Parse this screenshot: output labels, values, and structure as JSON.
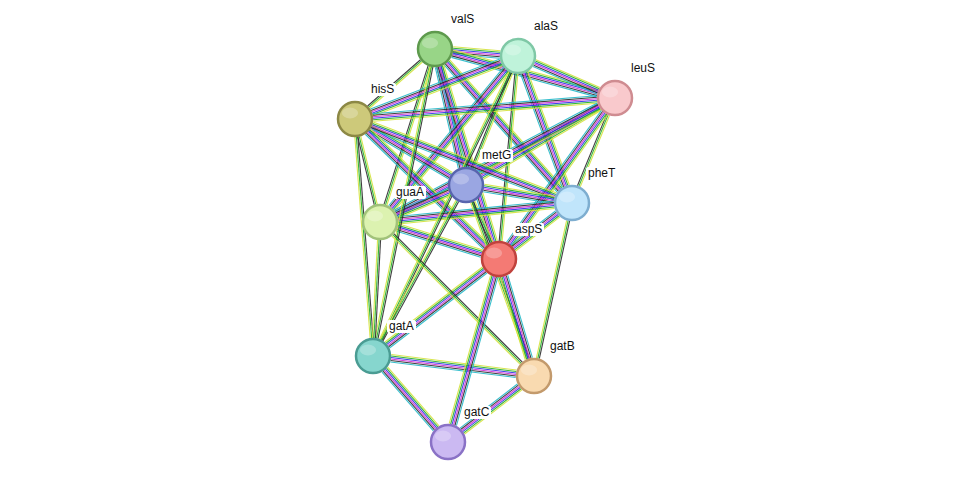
{
  "diagram": {
    "nodes": [
      {
        "text": [
          "valS"
        ]
      },
      {
        "text": [
          "alaS"
        ]
      },
      {
        "text": [
          "leuS"
        ]
      },
      {
        "text": [
          "hisS"
        ]
      },
      {
        "text": [
          "metG"
        ]
      },
      {
        "text": [
          "pheT"
        ]
      },
      {
        "text": [
          "guaA"
        ]
      },
      {
        "text": [
          "aspS"
        ]
      },
      {
        "text": [
          "gatA"
        ]
      },
      {
        "text": [
          "gatB"
        ]
      },
      {
        "text": [
          "gatC"
        ]
      }
    ],
    "edges": [
      {
        "from": 0,
        "to": 1,
        "arrow": "none"
      },
      {
        "from": 0,
        "to": 2,
        "arrow": "none"
      },
      {
        "from": 0,
        "to": 3,
        "arrow": "none"
      },
      {
        "from": 0,
        "to": 4,
        "arrow": "none"
      },
      {
        "from": 0,
        "to": 5,
        "arrow": "none"
      },
      {
        "from": 0,
        "to": 6,
        "arrow": "none"
      },
      {
        "from": 0,
        "to": 7,
        "arrow": "none"
      },
      {
        "from": 1,
        "to": 2,
        "arrow": "none"
      },
      {
        "from": 1,
        "to": 3,
        "arrow": "none"
      },
      {
        "from": 1,
        "to": 4,
        "arrow": "none"
      },
      {
        "from": 1,
        "to": 5,
        "arrow": "none"
      },
      {
        "from": 1,
        "to": 6,
        "arrow": "none"
      },
      {
        "from": 1,
        "to": 7,
        "arrow": "none"
      },
      {
        "from": 2,
        "to": 3,
        "arrow": "none"
      },
      {
        "from": 2,
        "to": 4,
        "arrow": "none"
      },
      {
        "from": 2,
        "to": 5,
        "arrow": "none"
      },
      {
        "from": 2,
        "to": 6,
        "arrow": "none"
      },
      {
        "from": 2,
        "to": 7,
        "arrow": "none"
      },
      {
        "from": 3,
        "to": 4,
        "arrow": "none"
      },
      {
        "from": 3,
        "to": 5,
        "arrow": "none"
      },
      {
        "from": 3,
        "to": 6,
        "arrow": "none"
      },
      {
        "from": 3,
        "to": 7,
        "arrow": "none"
      },
      {
        "from": 4,
        "to": 5,
        "arrow": "none"
      },
      {
        "from": 4,
        "to": 6,
        "arrow": "none"
      },
      {
        "from": 4,
        "to": 7,
        "arrow": "none"
      },
      {
        "from": 5,
        "to": 6,
        "arrow": "none"
      },
      {
        "from": 5,
        "to": 7,
        "arrow": "none"
      },
      {
        "from": 6,
        "to": 7,
        "arrow": "none"
      },
      {
        "from": 8,
        "to": 0,
        "arrow": "none"
      },
      {
        "from": 8,
        "to": 1,
        "arrow": "none"
      },
      {
        "from": 8,
        "to": 3,
        "arrow": "none"
      },
      {
        "from": 8,
        "to": 4,
        "arrow": "none"
      },
      {
        "from": 8,
        "to": 6,
        "arrow": "none"
      },
      {
        "from": 8,
        "to": 7,
        "arrow": "none"
      },
      {
        "from": 8,
        "to": 9,
        "arrow": "none"
      },
      {
        "from": 8,
        "to": 10,
        "arrow": "none"
      },
      {
        "from": 9,
        "to": 4,
        "arrow": "none"
      },
      {
        "from": 9,
        "to": 5,
        "arrow": "none"
      },
      {
        "from": 9,
        "to": 6,
        "arrow": "none"
      },
      {
        "from": 9,
        "to": 7,
        "arrow": "none"
      },
      {
        "from": 9,
        "to": 10,
        "arrow": "none"
      },
      {
        "from": 10,
        "to": 7,
        "arrow": "none"
      }
    ]
  }
}
